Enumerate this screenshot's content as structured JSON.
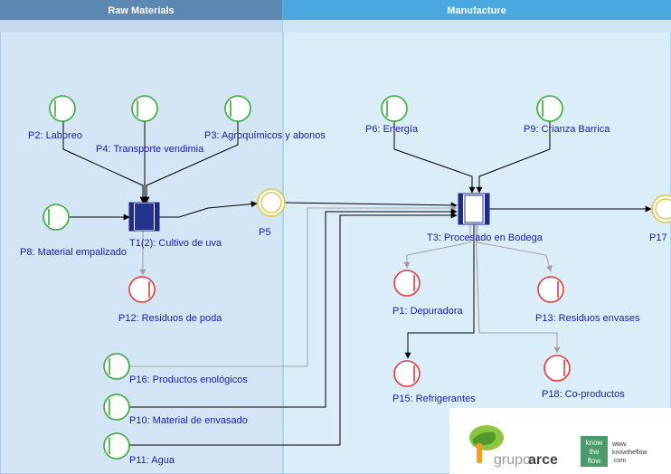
{
  "lanes": [
    {
      "id": "raw",
      "title": "Raw Materials"
    },
    {
      "id": "manufacture",
      "title": "Manufacture"
    }
  ],
  "places": [
    {
      "id": "p2",
      "label": "P2: Laboreo",
      "role": "input"
    },
    {
      "id": "p4",
      "label": "P4: Transporte vendimia",
      "role": "input"
    },
    {
      "id": "p3",
      "label": "P3: Agroquímicos y abonos",
      "role": "input"
    },
    {
      "id": "p8",
      "label": "P8: Material empalizado",
      "role": "input"
    },
    {
      "id": "p5",
      "label": "P5",
      "role": "intermediate"
    },
    {
      "id": "p12",
      "label": "P12: Residuos de poda",
      "role": "output"
    },
    {
      "id": "p6",
      "label": "P6: Energía",
      "role": "input"
    },
    {
      "id": "p9",
      "label": "P9: Crianza Barrica",
      "role": "input"
    },
    {
      "id": "p1",
      "label": "P1: Depuradora",
      "role": "output"
    },
    {
      "id": "p13",
      "label": "P13: Residuos envases",
      "role": "output"
    },
    {
      "id": "p15",
      "label": "P15: Refrigerantes",
      "role": "output"
    },
    {
      "id": "p18",
      "label": "P18: Co-productos",
      "role": "output"
    },
    {
      "id": "p16",
      "label": "P16: Productos enológicos",
      "role": "input"
    },
    {
      "id": "p10",
      "label": "P10: Material de envasado",
      "role": "input"
    },
    {
      "id": "p11",
      "label": "P11: Agua",
      "role": "input"
    },
    {
      "id": "p17",
      "label": "P17",
      "role": "intermediate"
    }
  ],
  "transitions": [
    {
      "id": "t1",
      "label": "T1(2): Cultivo de uva"
    },
    {
      "id": "t3",
      "label": "T3: Procesado en Bodega"
    }
  ],
  "colors": {
    "input": "#3aaa3a",
    "output": "#e03a3a",
    "intermediate": "#d8c84a",
    "lane_raw_header": "#5c87b0",
    "lane_man_header": "#4aa8e0",
    "transition_fill": "#1e2a8c",
    "label_text": "#1a1aa8"
  },
  "logos": {
    "grupoarce": {
      "prefix": "grupo",
      "suffix": "arce"
    },
    "knowtheflow": {
      "badge": [
        "know",
        "the",
        "flow"
      ],
      "site": [
        "www.",
        "knowtheflow",
        ".com"
      ]
    }
  }
}
